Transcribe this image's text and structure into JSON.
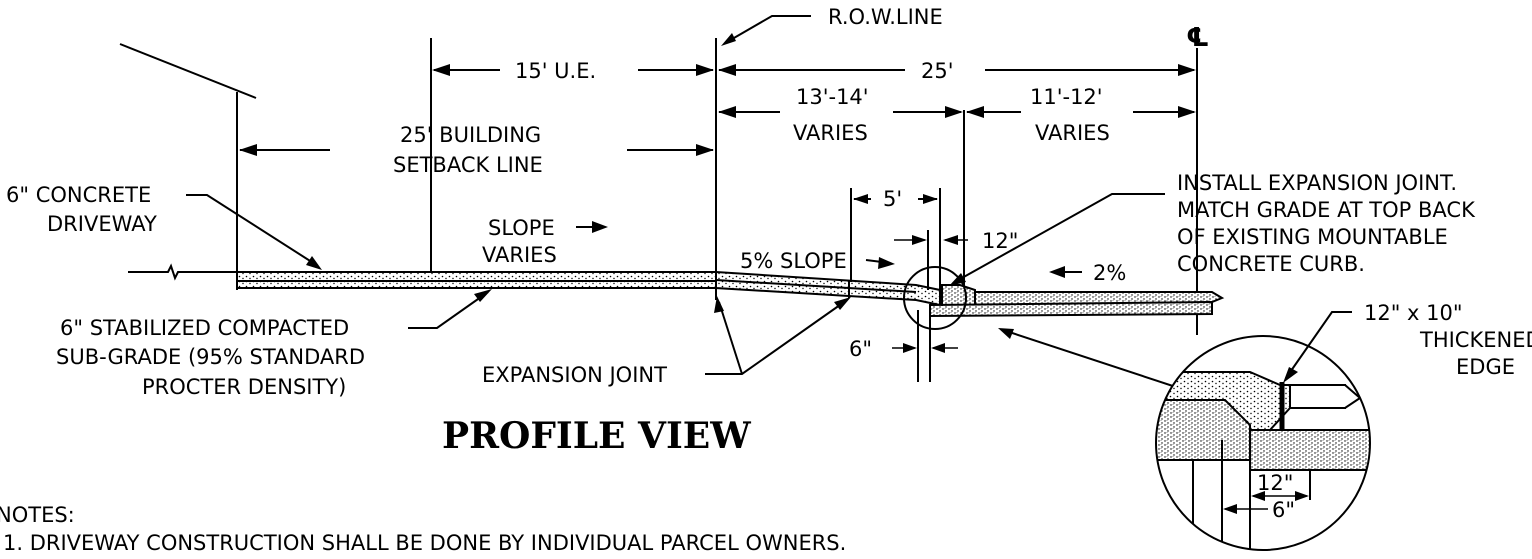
{
  "labels": {
    "row_line": "R.O.W.LINE",
    "centerline": "℄",
    "ue_15": "15' U.E.",
    "row_25": "25'",
    "varies_13_14": "13'-14'",
    "varies_13_14_sub": "VARIES",
    "varies_11_12": "11'-12'",
    "varies_11_12_sub": "VARIES",
    "setback_line1": "25' BUILDING",
    "setback_line2": "SETBACK LINE",
    "driveway_line1": "6\" CONCRETE",
    "driveway_line2": "DRIVEWAY",
    "slope_line1": "SLOPE",
    "slope_line2": "VARIES",
    "five_ft": "5'",
    "five_pct_slope": "5% SLOPE",
    "twelve_in": "12\"",
    "two_pct": "2%",
    "install_line1": "INSTALL EXPANSION JOINT.",
    "install_line2": "MATCH GRADE AT TOP BACK",
    "install_line3": "OF EXISTING MOUNTABLE",
    "install_line4": "CONCRETE CURB.",
    "subgrade_line1": "6\" STABILIZED COMPACTED",
    "subgrade_line2": "SUB-GRADE (95% STANDARD",
    "subgrade_line3": "PROCTER DENSITY)",
    "six_in": "6\"",
    "expansion_joint": "EXPANSION JOINT",
    "thickened_line1": "12\" x 10\"",
    "thickened_line2": "THICKENED",
    "thickened_line3": "EDGE",
    "detail_12": "12\"",
    "detail_6": "6\""
  },
  "title": "PROFILE VIEW",
  "notes": {
    "heading": "NOTES:",
    "items": [
      "1.  DRIVEWAY CONSTRUCTION SHALL BE DONE BY INDIVIDUAL PARCEL OWNERS."
    ]
  }
}
